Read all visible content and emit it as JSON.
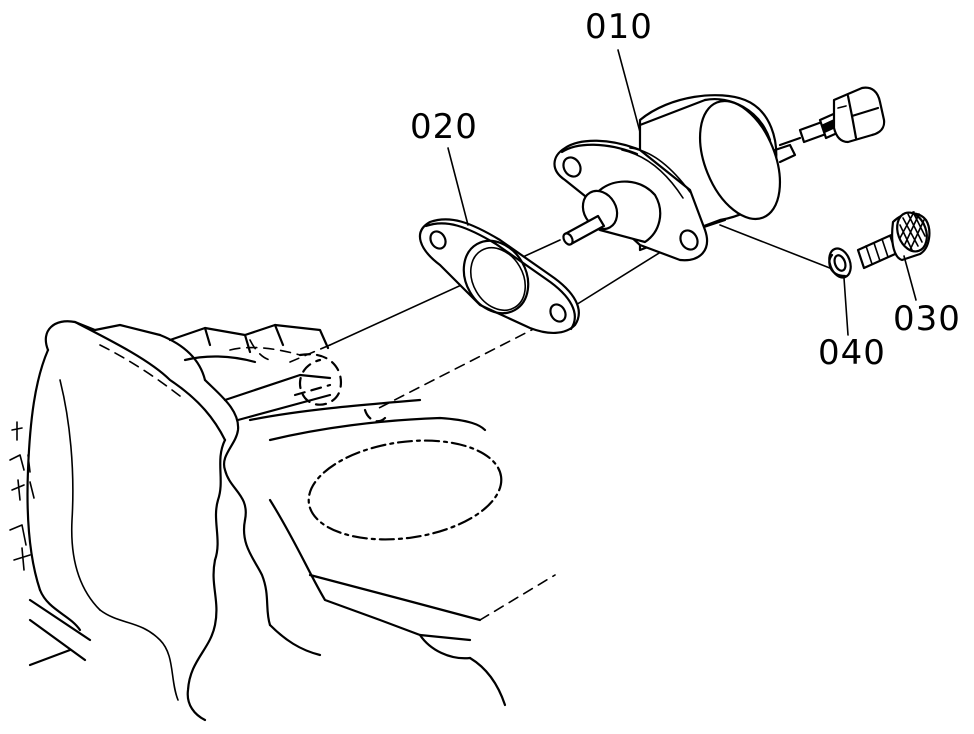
{
  "labels": {
    "solenoid": "010",
    "gasket": "020",
    "bolt": "030",
    "washer": "040"
  }
}
